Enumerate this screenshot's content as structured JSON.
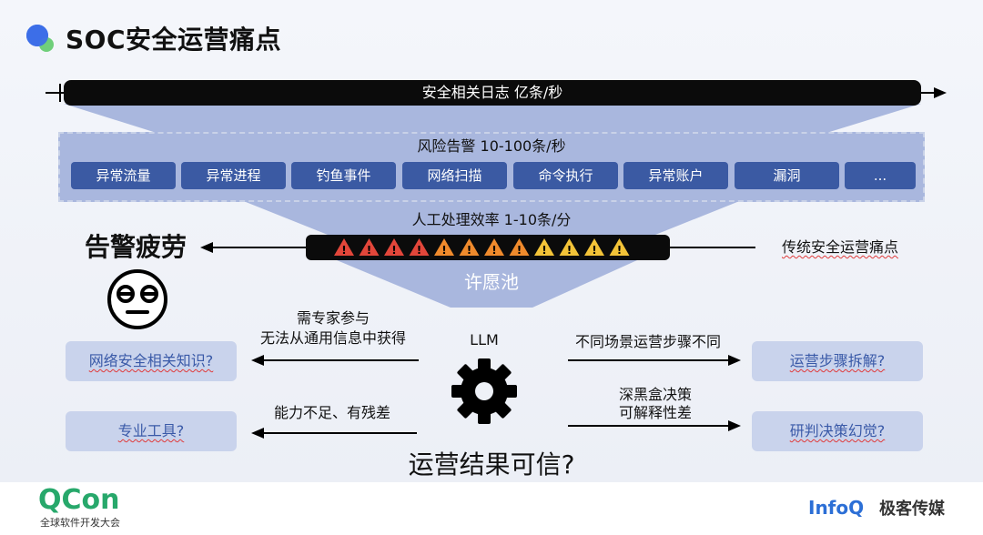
{
  "title": "SOC安全运营痛点",
  "log_bar": "安全相关日志 亿条/秒",
  "alerts": {
    "header": "风险告警 10-100条/秒",
    "chips": [
      "异常流量",
      "异常进程",
      "钓鱼事件",
      "网络扫描",
      "命令执行",
      "异常账户",
      "漏洞",
      "..."
    ]
  },
  "efficiency_label": "人工处理效率 1-10条/分",
  "alert_fatigue": "告警疲劳",
  "traditional_pain": "传统安全运营痛点",
  "wish_pool": "许愿池",
  "llm_label": "LLM",
  "left": {
    "note1_line1": "需专家参与",
    "note1_line2": "无法从通用信息中获得",
    "box1": "网络安全相关知识?",
    "note2": "能力不足、有残差",
    "box2": "专业工具?"
  },
  "right": {
    "note1": "不同场景运营步骤不同",
    "box1": "运营步骤拆解?",
    "note2_line1": "深黑盒决策",
    "note2_line2": "可解释性差",
    "box2": "研判决策幻觉?"
  },
  "bottom_question": "运营结果可信?",
  "footer": {
    "qcon": "QCon",
    "qcon_sub": "全球软件开发大会",
    "infoq": "InfoQ",
    "geek": "极客传媒"
  },
  "colors": {
    "accent_blue": "#3b5aa3",
    "funnel": "#a9b7de",
    "warning_red": "#e2463a",
    "warning_orange": "#ef8a2c",
    "warning_yellow": "#f3c338"
  }
}
